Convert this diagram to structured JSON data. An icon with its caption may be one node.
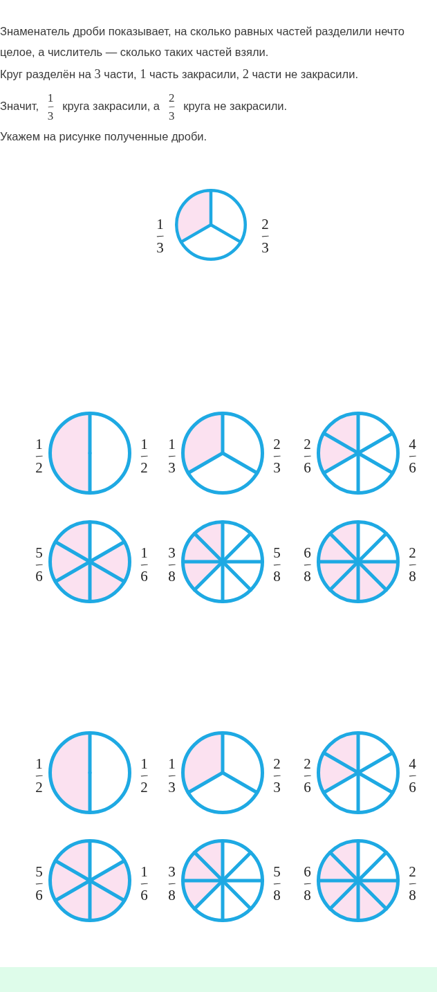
{
  "diagram": {
    "nodes": [
      {
        "text": [],
        "shape": "circle",
        "beside": [
          "1/3",
          "2/3"
        ]
      },
      {
        "text": [],
        "shape": "circle",
        "beside": [
          "1/2",
          "1/2"
        ]
      },
      {
        "text": [],
        "shape": "circle",
        "beside": [
          "1/3",
          "2/3"
        ]
      },
      {
        "text": [],
        "shape": "circle",
        "beside": [
          "2/6",
          "4/6"
        ]
      },
      {
        "text": [],
        "shape": "circle",
        "beside": [
          "5/6",
          "1/6"
        ]
      },
      {
        "text": [],
        "shape": "circle",
        "beside": [
          "3/8",
          "5/8"
        ]
      },
      {
        "text": [],
        "shape": "circle",
        "beside": [
          "6/8",
          "2/8"
        ]
      },
      {
        "text": [],
        "shape": "circle",
        "beside": [
          "1/2",
          "1/2"
        ]
      },
      {
        "text": [],
        "shape": "circle",
        "beside": [
          "1/3",
          "2/3"
        ]
      },
      {
        "text": [],
        "shape": "circle",
        "beside": [
          "2/6",
          "4/6"
        ]
      },
      {
        "text": [],
        "shape": "circle",
        "beside": [
          "5/6",
          "1/6"
        ]
      },
      {
        "text": [],
        "shape": "circle",
        "beside": [
          "3/8",
          "5/8"
        ]
      },
      {
        "text": [],
        "shape": "circle",
        "beside": [
          "6/8",
          "2/8"
        ]
      }
    ],
    "labels": [
      "Знаменатель дроби показывает, на сколько равных частей разделили нечто целое, а числитель — сколько таких частей взяли.",
      "Круг разделён на 3 части, 1 часть закрасили, 2 части не закрасили.",
      "Значит, 1/3 круга закрасили, а 2/3 круга не закрасили.",
      "Укажем на рисунке полученные дроби."
    ]
  }
}
